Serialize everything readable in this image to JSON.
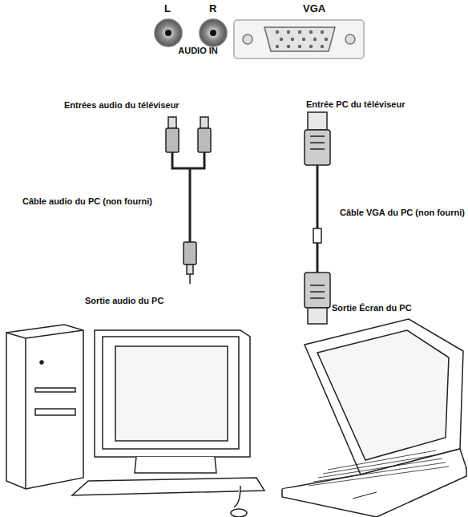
{
  "diagram": {
    "labels": [
      "L",
      "R",
      "VGA",
      "AUDIO IN",
      "Entrées audio du téléviseur",
      "Câble audio du PC (non fourni)",
      "Sortie audio du PC",
      "Entrée PC du téléviseur",
      "Câble VGA du PC (non fourni)",
      "Sortie Écran du PC"
    ]
  }
}
